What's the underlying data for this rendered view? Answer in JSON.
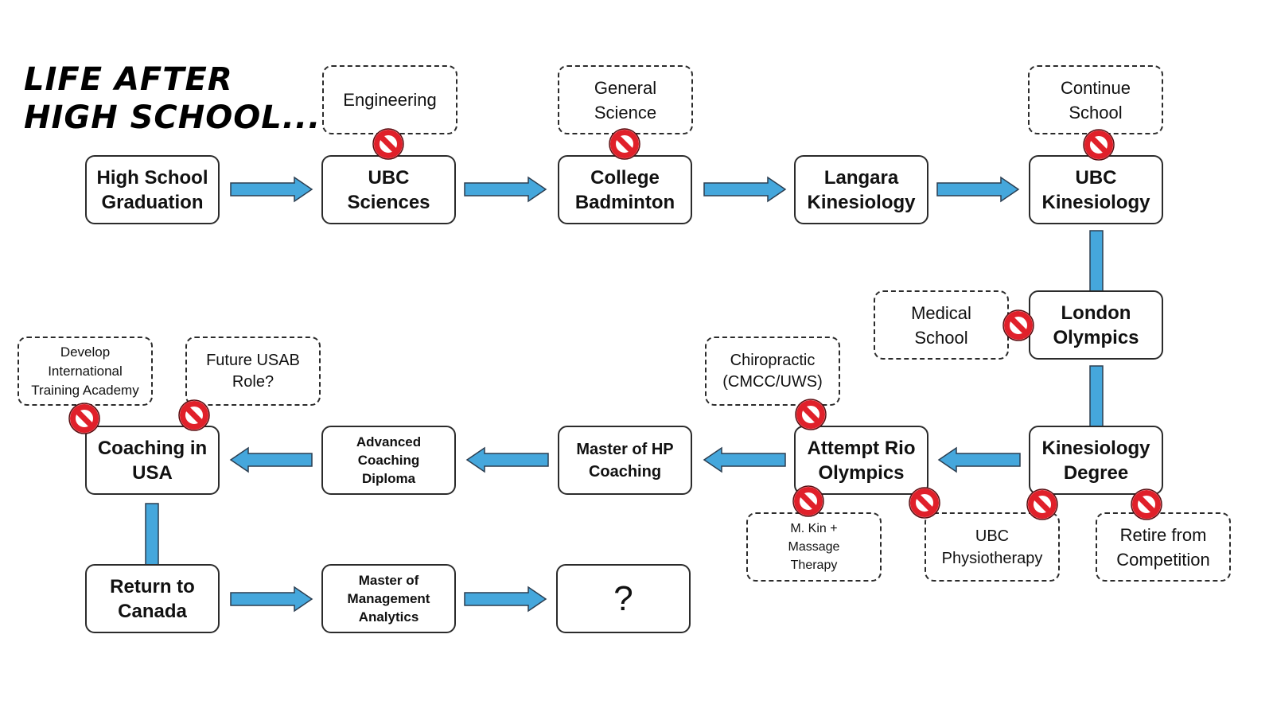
{
  "title": {
    "line1": "LIFE AFTER",
    "line2": "HIGH SCHOOL..."
  },
  "colors": {
    "arrow_fill": "#45a7dc",
    "arrow_stroke": "#2c3e50",
    "no_sign": "#e0202a"
  },
  "path_nodes": {
    "high_school_graduation": "High School\nGraduation",
    "ubc_sciences": "UBC\nSciences",
    "college_badminton": "College\nBadminton",
    "langara_kinesiology": "Langara\nKinesiology",
    "ubc_kinesiology": "UBC\nKinesiology",
    "london_olympics": "London\nOlympics",
    "kinesiology_degree": "Kinesiology\nDegree",
    "attempt_rio_olympics": "Attempt Rio\nOlympics",
    "master_hp_coaching": "Master of HP\nCoaching",
    "advanced_coaching_diploma": "Advanced\nCoaching\nDiploma",
    "coaching_in_usa": "Coaching in\nUSA",
    "return_to_canada": "Return to\nCanada",
    "master_management_analytics": "Master of\nManagement\nAnalytics",
    "unknown_next": "?"
  },
  "alternatives": {
    "engineering": "Engineering",
    "general_science": "General\nScience",
    "continue_school": "Continue\nSchool",
    "medical_school": "Medical\nSchool",
    "chiropractic": "Chiropractic\n(CMCC/UWS)",
    "future_usab_role": "Future USAB\nRole?",
    "develop_international_academy": "Develop\nInternational\nTraining Academy",
    "mkin_massage_therapy": "M. Kin +\nMassage\nTherapy",
    "ubc_physiotherapy": "UBC\nPhysiotherapy",
    "retire_from_competition": "Retire from\nCompetition"
  },
  "icons": {
    "arrow": "block-arrow-icon",
    "rejected": "no-entry-sign-icon"
  }
}
